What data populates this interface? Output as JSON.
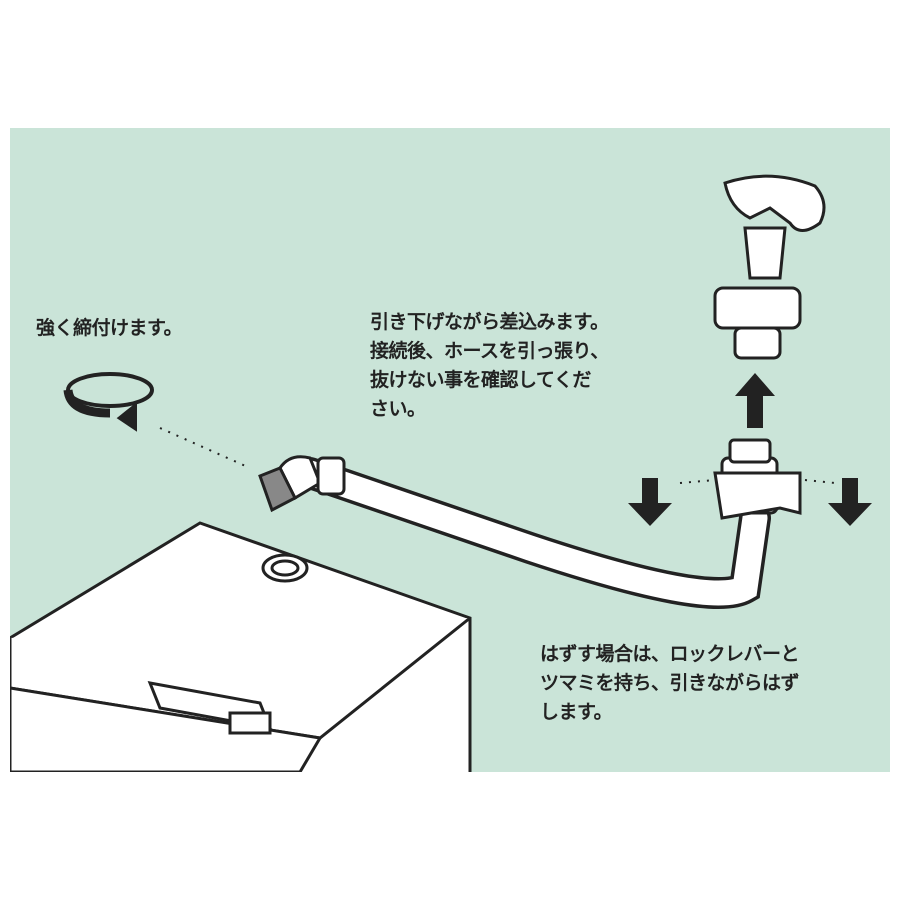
{
  "labels": {
    "tighten": "強く締付けます。",
    "insert_lines": [
      "引き下げながら差込みます。",
      "接続後、ホースを引っ張り、",
      "抜けない事を確認してくだ",
      "さい。"
    ],
    "remove_lines": [
      "はずす場合は、ロックレバーと",
      "ツマミを持ち、引きながらはず",
      "します。"
    ]
  },
  "colors": {
    "background": "#cae4d8",
    "line": "#222222",
    "fill": "#ffffff"
  }
}
